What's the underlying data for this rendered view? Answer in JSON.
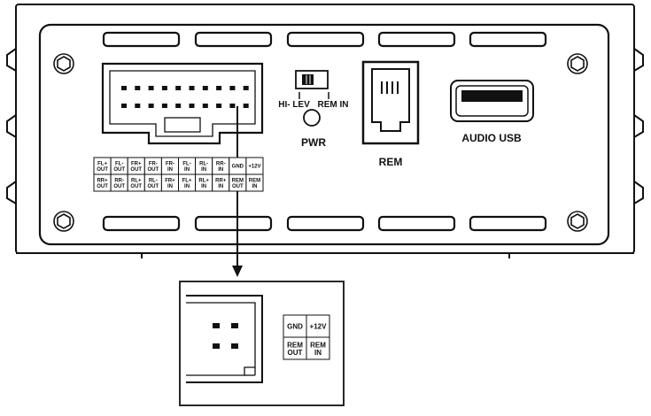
{
  "labels": {
    "switch_left": "HI- LEV",
    "switch_right": "REM IN",
    "pwr": "PWR",
    "rem_port": "REM",
    "usb_port": "AUDIO USB"
  },
  "pin_table": {
    "rows": [
      [
        [
          "FL+",
          "OUT"
        ],
        [
          "FL-",
          "OUT"
        ],
        [
          "FR+",
          "OUT"
        ],
        [
          "FR-",
          "OUT"
        ],
        [
          "FR-",
          "IN"
        ],
        [
          "FL-",
          "IN"
        ],
        [
          "RL-",
          "IN"
        ],
        [
          "RR-",
          "IN"
        ],
        [
          "GND",
          ""
        ],
        [
          "+12V",
          ""
        ]
      ],
      [
        [
          "RR+",
          "OUT"
        ],
        [
          "RR-",
          "OUT"
        ],
        [
          "RL+",
          "OUT"
        ],
        [
          "RL-",
          "OUT"
        ],
        [
          "FR+",
          "IN"
        ],
        [
          "FL+",
          "IN"
        ],
        [
          "RL+",
          "IN"
        ],
        [
          "RR+",
          "IN"
        ],
        [
          "REM",
          "OUT"
        ],
        [
          "REM",
          "IN"
        ]
      ]
    ]
  },
  "detail_table": {
    "rows": [
      [
        [
          "GND",
          ""
        ],
        [
          "+12V",
          ""
        ]
      ],
      [
        [
          "REM",
          "OUT"
        ],
        [
          "REM",
          "IN"
        ]
      ]
    ]
  },
  "colors": {
    "line": "#111111",
    "background": "#ffffff"
  }
}
